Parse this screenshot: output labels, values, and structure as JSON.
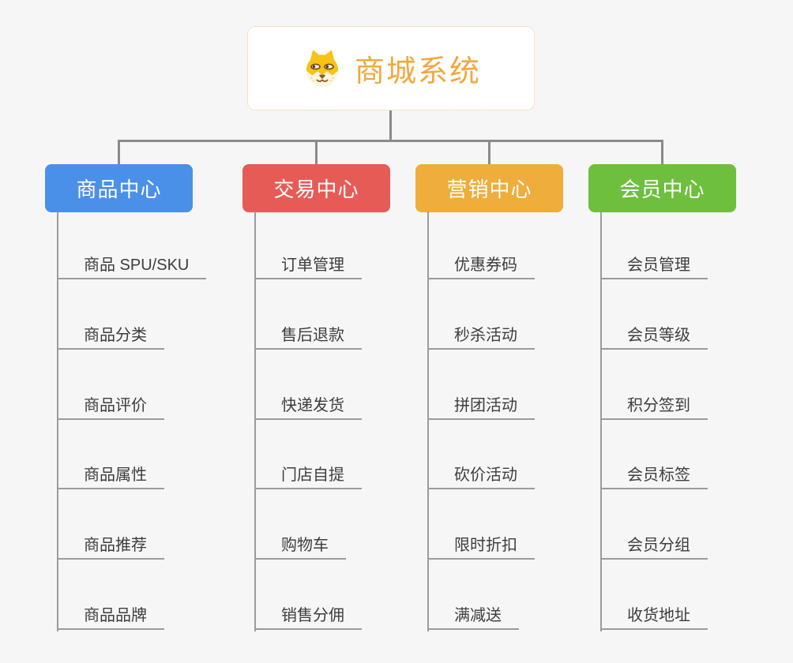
{
  "root": {
    "title": "商城系统",
    "title_color": "#F2A83E",
    "border_color": "#F2C27A",
    "icon": "dog-face-icon"
  },
  "branches": [
    {
      "label": "商品中心",
      "color": "#4B90E8",
      "items": [
        "商品 SPU/SKU",
        "商品分类",
        "商品评价",
        "商品属性",
        "商品推荐",
        "商品品牌"
      ]
    },
    {
      "label": "交易中心",
      "color": "#E75B56",
      "items": [
        "订单管理",
        "售后退款",
        "快递发货",
        "门店自提",
        "购物车",
        "销售分佣"
      ]
    },
    {
      "label": "营销中心",
      "color": "#EFAD3C",
      "items": [
        "优惠券码",
        "秒杀活动",
        "拼团活动",
        "砍价活动",
        "限时折扣",
        "满减送"
      ]
    },
    {
      "label": "会员中心",
      "color": "#6FBF3F",
      "items": [
        "会员管理",
        "会员等级",
        "积分签到",
        "会员标签",
        "会员分组",
        "收货地址"
      ]
    }
  ],
  "colors": {
    "background": "#F6F6F7",
    "main_connector": "#8A8A8A",
    "sub_connector": "#9B9B9B",
    "item_text": "#3D3D3D"
  }
}
